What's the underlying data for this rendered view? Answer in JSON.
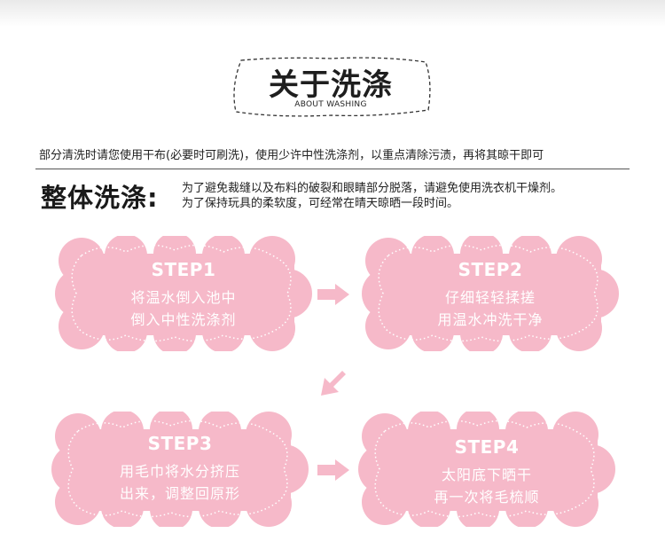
{
  "header": {
    "title": "关于洗涤",
    "subtitle": "ABOUT WASHING"
  },
  "intro": "部分清洗时请您使用干布(必要时可刷洗)，使用少许中性洗涤剂，以重点清除污渍，再将其晾干即可",
  "whole_wash": {
    "title": "整体洗涤:",
    "lines": [
      "为了避免裁缝以及布料的破裂和眼睛部分脱落，请避免使用洗衣机干燥剂。",
      "为了保持玩具的柔软度，可经常在晴天晾晒一段时间。"
    ]
  },
  "steps": [
    {
      "title": "STEP1",
      "lines": [
        "将温水倒入池中",
        "倒入中性洗涤剂"
      ]
    },
    {
      "title": "STEP2",
      "lines": [
        "仔细轻轻揉搓",
        "用温水冲洗干净"
      ]
    },
    {
      "title": "STEP3",
      "lines": [
        "用毛巾将水分挤压",
        "出来，调整回原形"
      ]
    },
    {
      "title": "STEP4",
      "lines": [
        "太阳底下晒干",
        "再一次将毛梳顺"
      ]
    }
  ],
  "colors": {
    "cloud_fill": "#f6b9c9",
    "cloud_dots": "#ffffff",
    "arrow": "#f6b9c9",
    "title_border": "#333333"
  },
  "icons": {
    "arrow_right": "arrow-right-icon",
    "arrow_down_left": "arrow-down-left-icon"
  }
}
